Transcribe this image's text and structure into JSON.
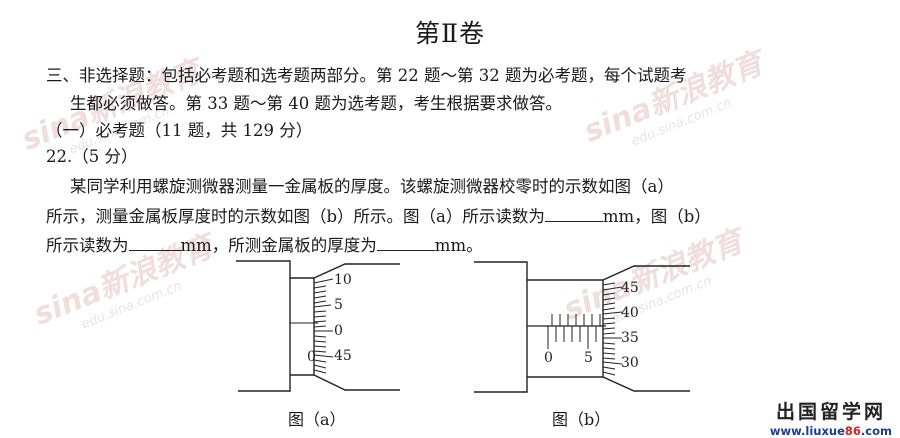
{
  "title": "第Ⅱ卷",
  "section": {
    "line1": "三、非选择题：包括必考题和选考题两部分。第 22 题～第 32 题为必考题，每个试题考",
    "line2": "生都必须做答。第 33 题～第 40 题为选考题，考生根据要求做答。",
    "subheading": "（一）必考题（11 题，共 129 分）"
  },
  "question": {
    "number": "22.（5 分）",
    "text_line1": "某同学利用螺旋测微器测量一金属板的厚度。该螺旋测微器校零时的示数如图（a）",
    "text_line2a": "所示，测量金属板厚度时的示数如图（b）所示。图（a）所示读数为",
    "text_line2b": "mm，图（b）",
    "text_line3a": "所示读数为",
    "text_line3b": "mm，所测金属板的厚度为",
    "text_line3c": "mm。"
  },
  "figures": [
    {
      "caption": "图（a）",
      "thimble_labels": [
        "10",
        "5",
        "0",
        "45"
      ],
      "sleeve_labels": [
        "0"
      ]
    },
    {
      "caption": "图（b）",
      "thimble_labels": [
        "45",
        "40",
        "35",
        "30"
      ],
      "sleeve_labels": [
        "0",
        "5"
      ]
    }
  ],
  "watermarks": {
    "brand": "sina新浪教育",
    "url": "edu.sina.com.cn"
  },
  "logo": {
    "name": "出国留学网",
    "url_prefix": "www.liuxue",
    "url_highlight": "86",
    "url_suffix": ".com"
  }
}
